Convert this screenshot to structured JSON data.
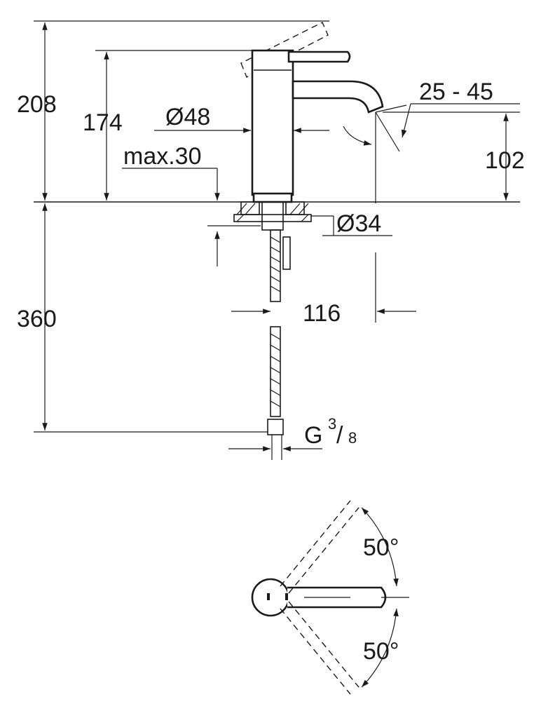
{
  "dimensions": {
    "total_height": "208",
    "body_height": "174",
    "body_diameter": "Ø48",
    "max_deck": "max.30",
    "spout_angle": "25 - 45",
    "spout_height": "102",
    "hole_diameter": "Ø34",
    "hose_length": "360",
    "projection": "116",
    "thread_g": "G",
    "thread_num": "3",
    "thread_den": "8",
    "angle_top": "50°",
    "angle_bottom": "50°"
  },
  "colors": {
    "line": "#1a1a1a",
    "background": "#ffffff"
  }
}
